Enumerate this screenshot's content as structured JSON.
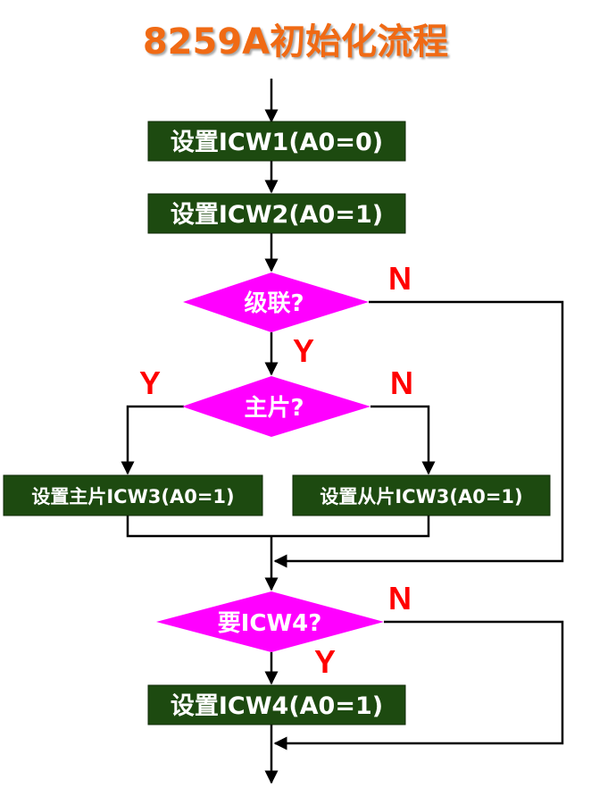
{
  "title": "8259A初始化流程",
  "colors": {
    "title": "#f06a14",
    "process_box": "#1d4a10",
    "decision": "#ff00ff",
    "branch_label": "#ff0000",
    "line": "#000000"
  },
  "steps": {
    "icw1": "设置ICW1(A0=0)",
    "icw2": "设置ICW2(A0=1)",
    "cascade_q": "级联?",
    "master_q": "主片?",
    "icw3_master": "设置主片ICW3(A0=1)",
    "icw3_slave": "设置从片ICW3(A0=1)",
    "need_icw4_q": "要ICW4?",
    "icw4": "设置ICW4(A0=1)"
  },
  "labels": {
    "cascade_no": "N",
    "cascade_yes": "Y",
    "master_yes": "Y",
    "master_no": "N",
    "icw4_no": "N",
    "icw4_yes": "Y"
  }
}
